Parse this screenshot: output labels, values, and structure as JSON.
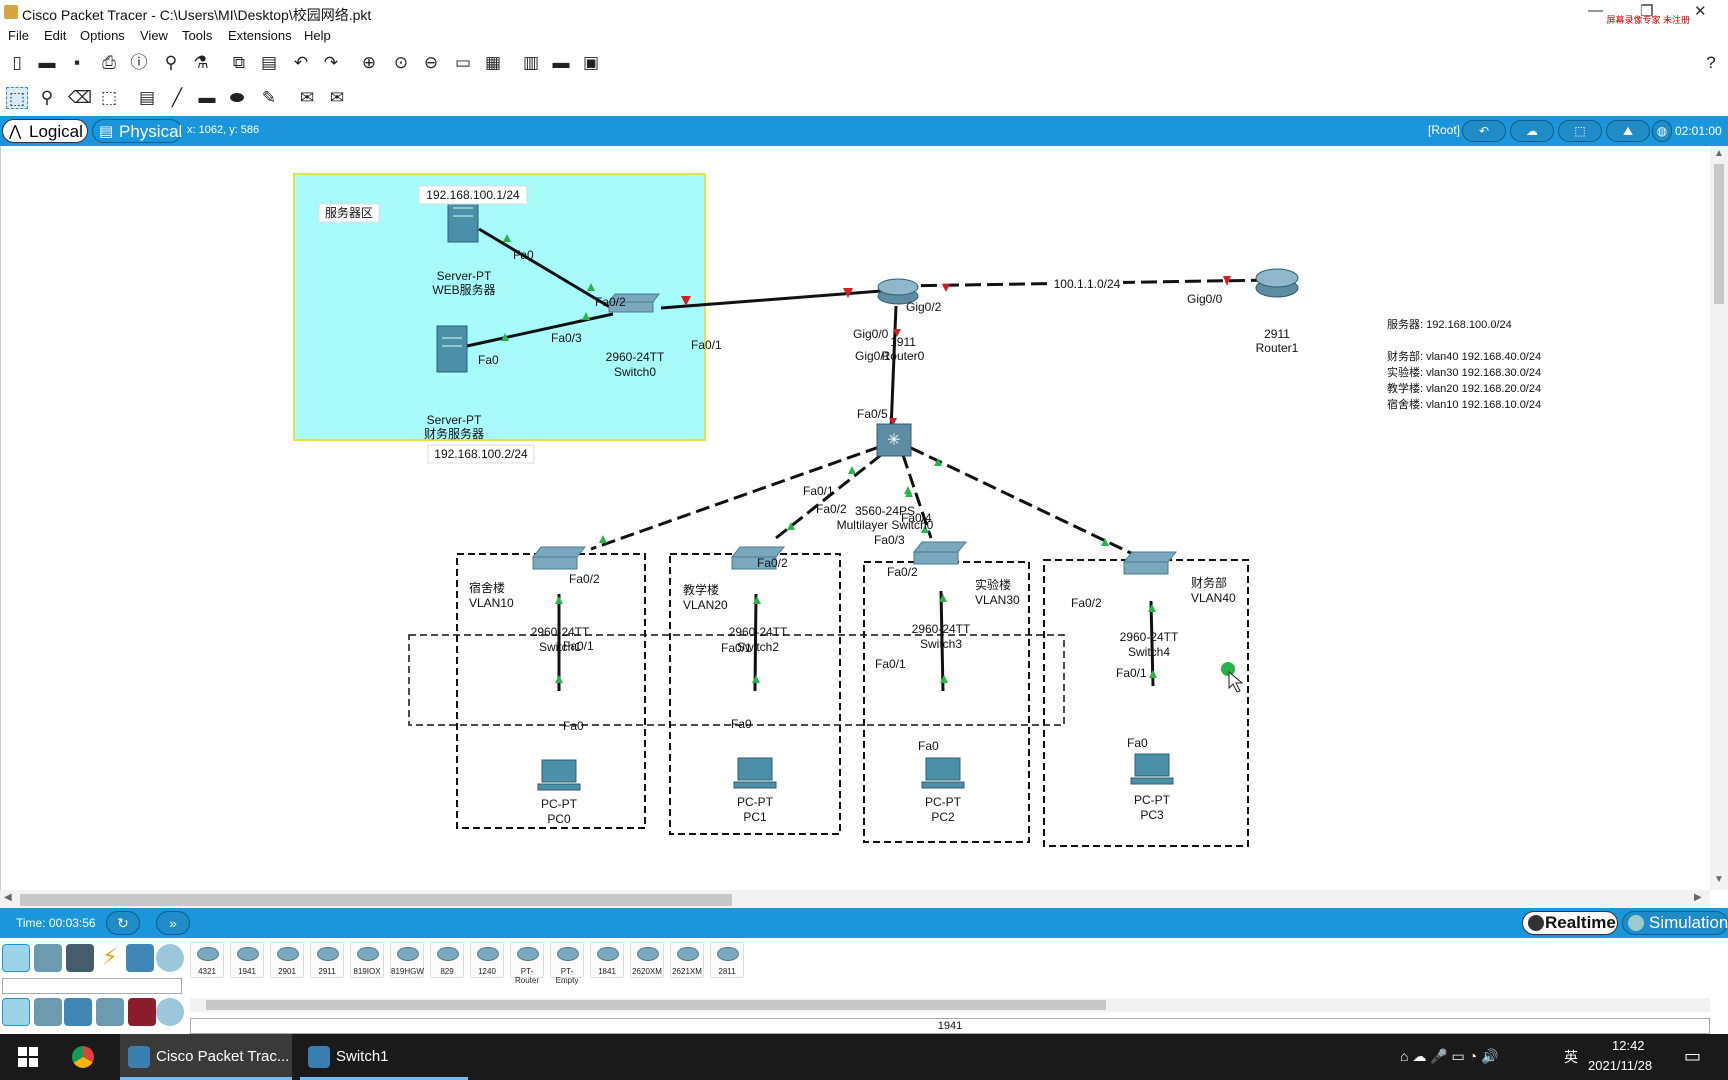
{
  "window": {
    "title": "Cisco Packet Tracer - C:\\Users\\MI\\Desktop\\校园网络.pkt",
    "watermark": "屏幕录像专家 未注册"
  },
  "menu": [
    "File",
    "Edit",
    "Options",
    "View",
    "Tools",
    "Extensions",
    "Help"
  ],
  "modebar": {
    "logical": "Logical",
    "physical": "Physical",
    "coords": "x: 1062, y: 586",
    "root": "[Root]",
    "clock": "02:01:00"
  },
  "canvas": {
    "zone_label": "服务器区",
    "labels": {
      "srv_web_ip": "192.168.100.1/24",
      "srv_fin_ip": "192.168.100.2/24",
      "wan_net": "100.1.1.0/24"
    },
    "devices": {
      "server_web": [
        "Server-PT",
        "WEB服务器"
      ],
      "server_fin": [
        "Server-PT",
        "财务服务器"
      ],
      "switch0": [
        "2960-24TT",
        "Switch0"
      ],
      "router0": [
        "1911",
        "Router0"
      ],
      "router1": [
        "2911",
        "Router1"
      ],
      "ml_switch": [
        "3560-24PS",
        "Multilayer Switch0"
      ],
      "switch1": [
        "2960-24TT",
        "Switch1"
      ],
      "switch2": [
        "2960-24TT",
        "Switch2"
      ],
      "switch3": [
        "2960-24TT",
        "Switch3"
      ],
      "switch4": [
        "2960-24TT",
        "Switch4"
      ],
      "pc0": [
        "PC-PT",
        "PC0"
      ],
      "pc1": [
        "PC-PT",
        "PC1"
      ],
      "pc2": [
        "PC-PT",
        "PC2"
      ],
      "pc3": [
        "PC-PT",
        "PC3"
      ]
    },
    "ports": {
      "web_fa0": "Fa0",
      "s0_fa02": "Fa0/2",
      "s0_fa03": "Fa0/3",
      "fin_fa0": "Fa0",
      "s0_fa01": "Fa0/1",
      "r0_g00": "Gig0/0",
      "r0_g02": "Gig0/2",
      "r0_g01": "Gig0/1",
      "r1_g00": "Gig0/0",
      "ml_fa05": "Fa0/5",
      "ml_fa01": "Fa0/1",
      "ml_fa02": "Fa0/2",
      "ml_fa04": "Fa0/4",
      "ml_fa03": "Fa0/3",
      "s1_fa02": "Fa0/2",
      "s1_fa01": "Fa0/1",
      "pc0_fa0": "Fa0",
      "s2_fa02": "Fa0/2",
      "s2_fa01": "Fa0/1",
      "pc1_fa0": "Fa0",
      "s3_fa02": "Fa0/2",
      "s3_fa01": "Fa0/1",
      "pc2_fa0": "Fa0",
      "s4_fa02": "Fa0/2",
      "s4_fa01": "Fa0/1",
      "pc3_fa0": "Fa0"
    },
    "groups": {
      "dorm": [
        "宿舍楼",
        "VLAN10"
      ],
      "teach": [
        "教学楼",
        "VLAN20"
      ],
      "lab": [
        "实验楼",
        "VLAN30"
      ],
      "finance": [
        "财务部",
        "VLAN40"
      ]
    },
    "notes": [
      "服务器:  192.168.100.0/24",
      "财务部:  vlan40   192.168.40.0/24",
      "实验楼:  vlan30   192.168.30.0/24",
      "教学楼:  vlan20   192.168.20.0/24",
      "宿舍楼:  vlan10   192.168.10.0/24"
    ]
  },
  "timebar": {
    "time": "Time: 00:03:56",
    "realtime": "Realtime",
    "simulation": "Simulation"
  },
  "device_models": [
    "4321",
    "1941",
    "2901",
    "2911",
    "819IOX",
    "819HGW",
    "829",
    "1240",
    "PT-Router",
    "PT-Empty",
    "1841",
    "2620XM",
    "2621XM",
    "2811"
  ],
  "selected_model": "1941",
  "taskbar": {
    "items": [
      "Cisco Packet Trac...",
      "Switch1"
    ],
    "ime": "英",
    "time": "12:42",
    "date": "2021/11/28"
  },
  "colors": {
    "accent": "#1b96dc",
    "zone_fill": "#a8fbfb",
    "zone_border": "#e8e04a",
    "link_up": "#2bb24a",
    "link_down": "#d0202a"
  }
}
